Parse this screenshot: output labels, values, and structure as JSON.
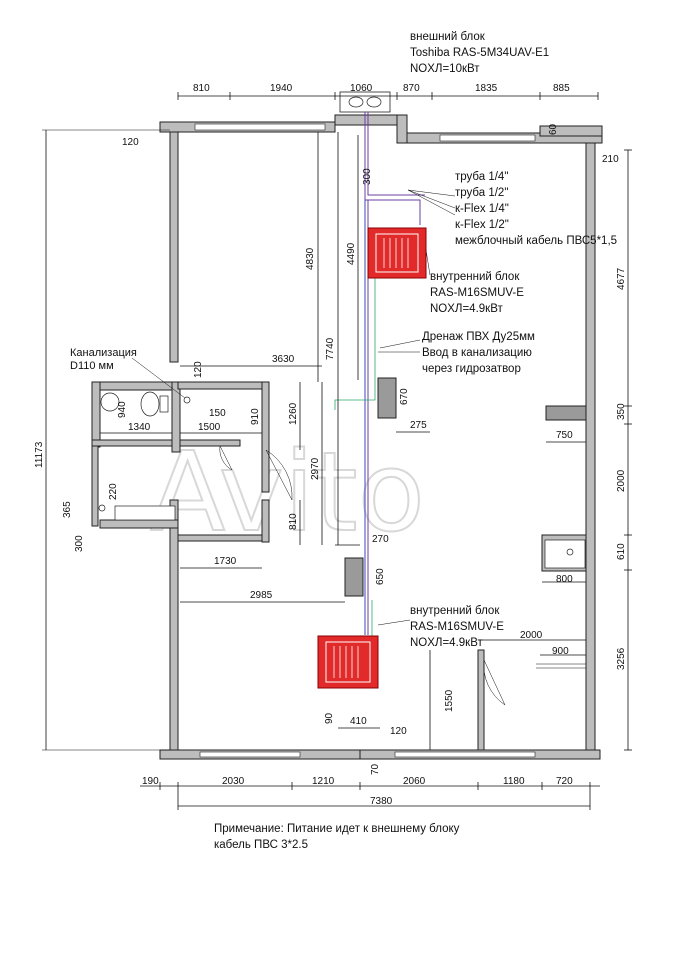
{
  "outdoor_unit": {
    "line1": "внешний блок",
    "line2": "Toshiba RAS-5M34UAV-E1",
    "line3": "NOXЛ=10кВт"
  },
  "pipes_note": {
    "line1": "труба 1/4\"",
    "line2": "труба 1/2\"",
    "line3": "к-Flex 1/4\"",
    "line4": "к-Flex 1/2\"",
    "line5": "межблочный кабель ПВС5*1,5"
  },
  "indoor_unit_top": {
    "line1": "внутренний блок",
    "line2": "RAS-M16SMUV-E",
    "line3": "NOXЛ=4.9кВт"
  },
  "indoor_unit_bottom": {
    "line1": "внутренний блок",
    "line2": "RAS-M16SMUV-E",
    "line3": "NOXЛ=4.9кВт"
  },
  "drain_note": {
    "line1": "Дренаж ПВХ Ду25мм",
    "line2": "Ввод в канализацию",
    "line3": "через гидрозатвор"
  },
  "sewer_note": {
    "line1": "Канализация",
    "line2": "D110 мм"
  },
  "footer_note": {
    "line1": "Примечание: Питание идет к внешнему блоку",
    "line2": "кабель ПВС  3*2.5"
  },
  "dims": {
    "top_810": "810",
    "top_1940": "1940",
    "top_1060": "1060",
    "top_870": "870",
    "top_1835": "1835",
    "top_885": "885",
    "left_120": "120",
    "right_60": "60",
    "right_210": "210",
    "v_300": "300",
    "v_4830": "4830",
    "v_4490": "4490",
    "v_7740": "7740",
    "right_4677": "4677",
    "total_11173": "11173",
    "h_3630": "3630",
    "v_120": "120",
    "h_150": "150",
    "v_940": "940",
    "h_1340": "1340",
    "h_1500": "1500",
    "v_910": "910",
    "v_1260": "1260",
    "v_670": "670",
    "h_275": "275",
    "right_350": "350",
    "h_750": "750",
    "right_2000": "2000",
    "v_2970": "2970",
    "v_220": "220",
    "v_365": "365",
    "v_300b": "300",
    "v_810": "810",
    "h_270": "270",
    "h_1730": "1730",
    "v_650": "650",
    "right_610": "610",
    "h_800": "800",
    "h_2985": "2985",
    "h_2000b": "2000",
    "h_900": "900",
    "right_3256": "3256",
    "v_1550": "1550",
    "v_90": "90",
    "h_410": "410",
    "h_120b": "120",
    "v_70": "70",
    "bot_190": "190",
    "bot_2030": "2030",
    "bot_1210": "1210",
    "bot_2060": "2060",
    "bot_1180": "1180",
    "bot_720": "720",
    "bot_7380": "7380"
  },
  "watermark": "Avito"
}
